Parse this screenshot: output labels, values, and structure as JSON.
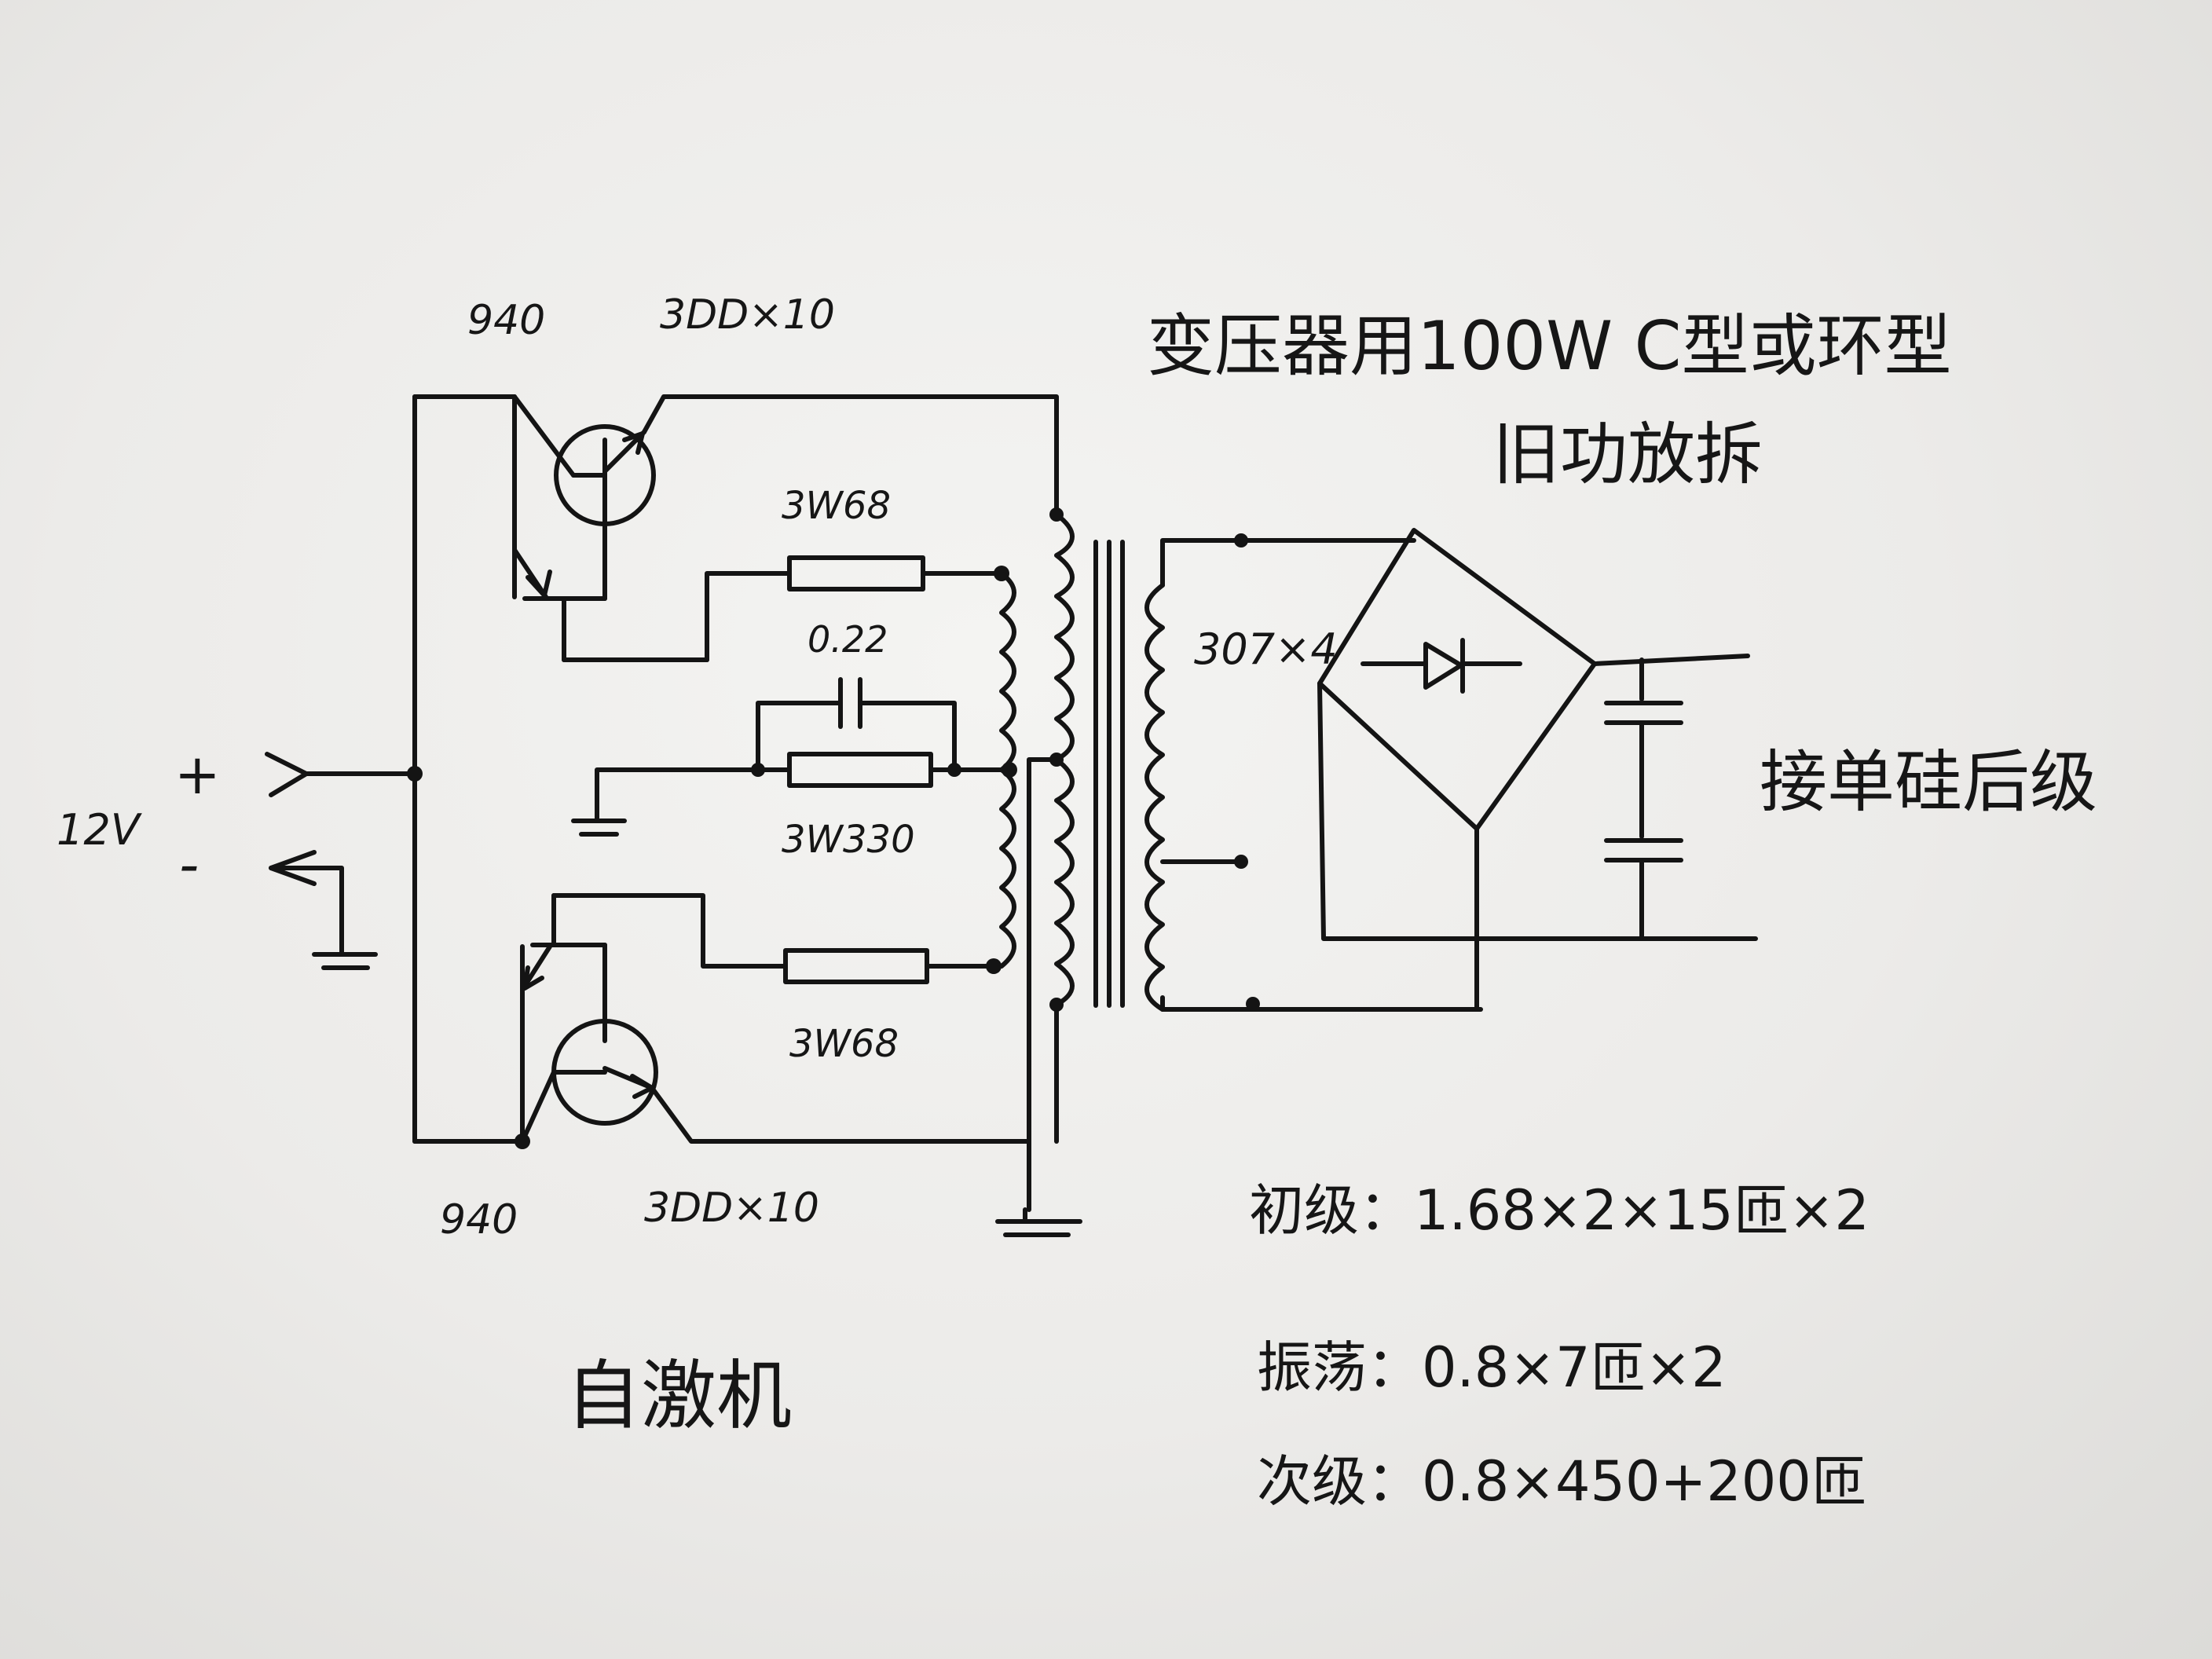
{
  "supply": {
    "voltage": "12V",
    "plus": "+",
    "minus": "-"
  },
  "transistors": {
    "top_driver": "940",
    "top_power": "3DD×10",
    "bottom_driver": "940",
    "bottom_power": "3DD×10"
  },
  "resistors": {
    "top": "3W68",
    "middle": "3W330",
    "bottom": "3W68"
  },
  "capacitor": {
    "value": "0.22"
  },
  "secondary": {
    "diodes": "307×4"
  },
  "notes": {
    "transformer": "变压器用100W C型或环型",
    "source": "旧功放拆",
    "output": "接单硅后级",
    "circuit_name": "自激机",
    "primary_winding": "初级：1.68×2×15匝×2",
    "oscillation_winding": "振荡：0.8×7匝×2",
    "secondary_winding": "次级：0.8×450+200匝"
  },
  "colors": {
    "ink": "#141414",
    "paper": "#eeeeec"
  }
}
